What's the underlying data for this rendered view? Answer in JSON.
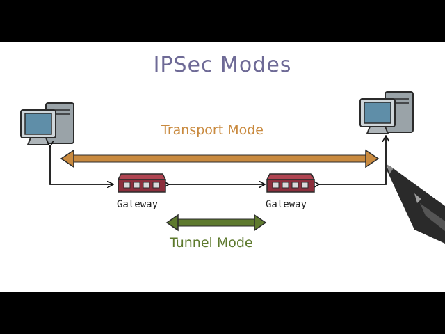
{
  "title": "IPSec Modes",
  "transport_label": "Transport Mode",
  "tunnel_label": "Tunnel Mode",
  "gateway_left_label": "Gateway",
  "gateway_right_label": "Gateway",
  "colors": {
    "title": "#6e6a96",
    "transport": "#c98a3f",
    "tunnel": "#5e7a2e",
    "gateway_body": "#8c2f3c",
    "computer_screen": "#5f8ea8",
    "computer_case": "#9aa3a8"
  },
  "icons": [
    "computer-icon",
    "gateway-icon",
    "pen-icon"
  ]
}
